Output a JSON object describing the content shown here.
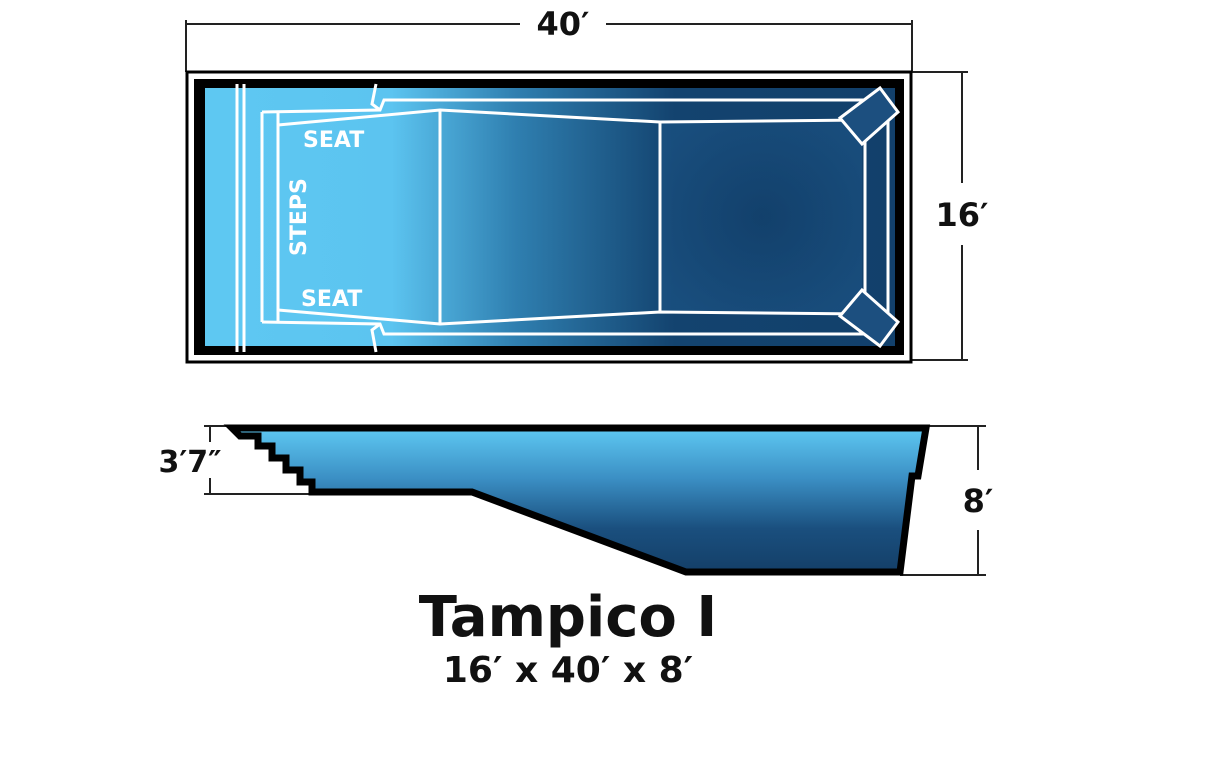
{
  "plan_view": {
    "length_dim": "40′",
    "width_dim": "16′",
    "seat_top": "SEAT",
    "seat_bottom": "SEAT",
    "steps": "STEPS"
  },
  "section_view": {
    "shallow_depth": "3′7″",
    "deep_depth": "8′"
  },
  "title": {
    "model": "Tampico I",
    "dimensions": "16′ x 40′ x 8′"
  },
  "colors": {
    "shallow_water": "#5ec8f2",
    "deep_water": "#12406b",
    "outline": "#000000",
    "coping": "#ffffff"
  }
}
